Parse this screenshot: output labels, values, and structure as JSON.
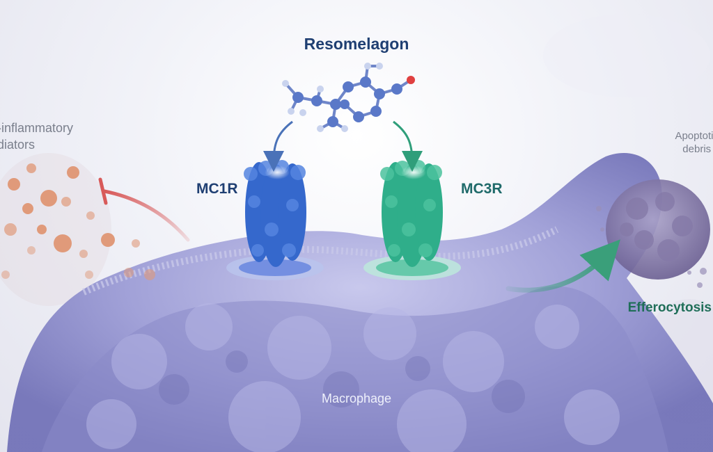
{
  "title": "Resomelagon",
  "receptors": [
    {
      "label": "MC1R",
      "color": "#3568cc"
    },
    {
      "label": "MC3R",
      "color": "#2fae8a"
    }
  ],
  "pro_inflammatory_label": "o-inflammatory\nediators",
  "apoptotic_label": "Apoptotic\ndebris",
  "efferocytosis_label": "Efferocytosis",
  "cell_label": "Macrophage",
  "colors": {
    "title": "#1f3f72",
    "mc1r_text": "#1f3f72",
    "mc3r_text": "#1f6a6a",
    "efferocytosis_text": "#1f6e58",
    "inhibition_arrow": "#d85a5a",
    "efferocytosis_arrow": "#3a9f7a",
    "cell_body": "#8f8fcf",
    "mediator_particles": "#e09a7a",
    "molecule_atoms": "#5a78c8",
    "oxygen_atom": "#e04040",
    "muted_text": "#7a7f8c"
  }
}
